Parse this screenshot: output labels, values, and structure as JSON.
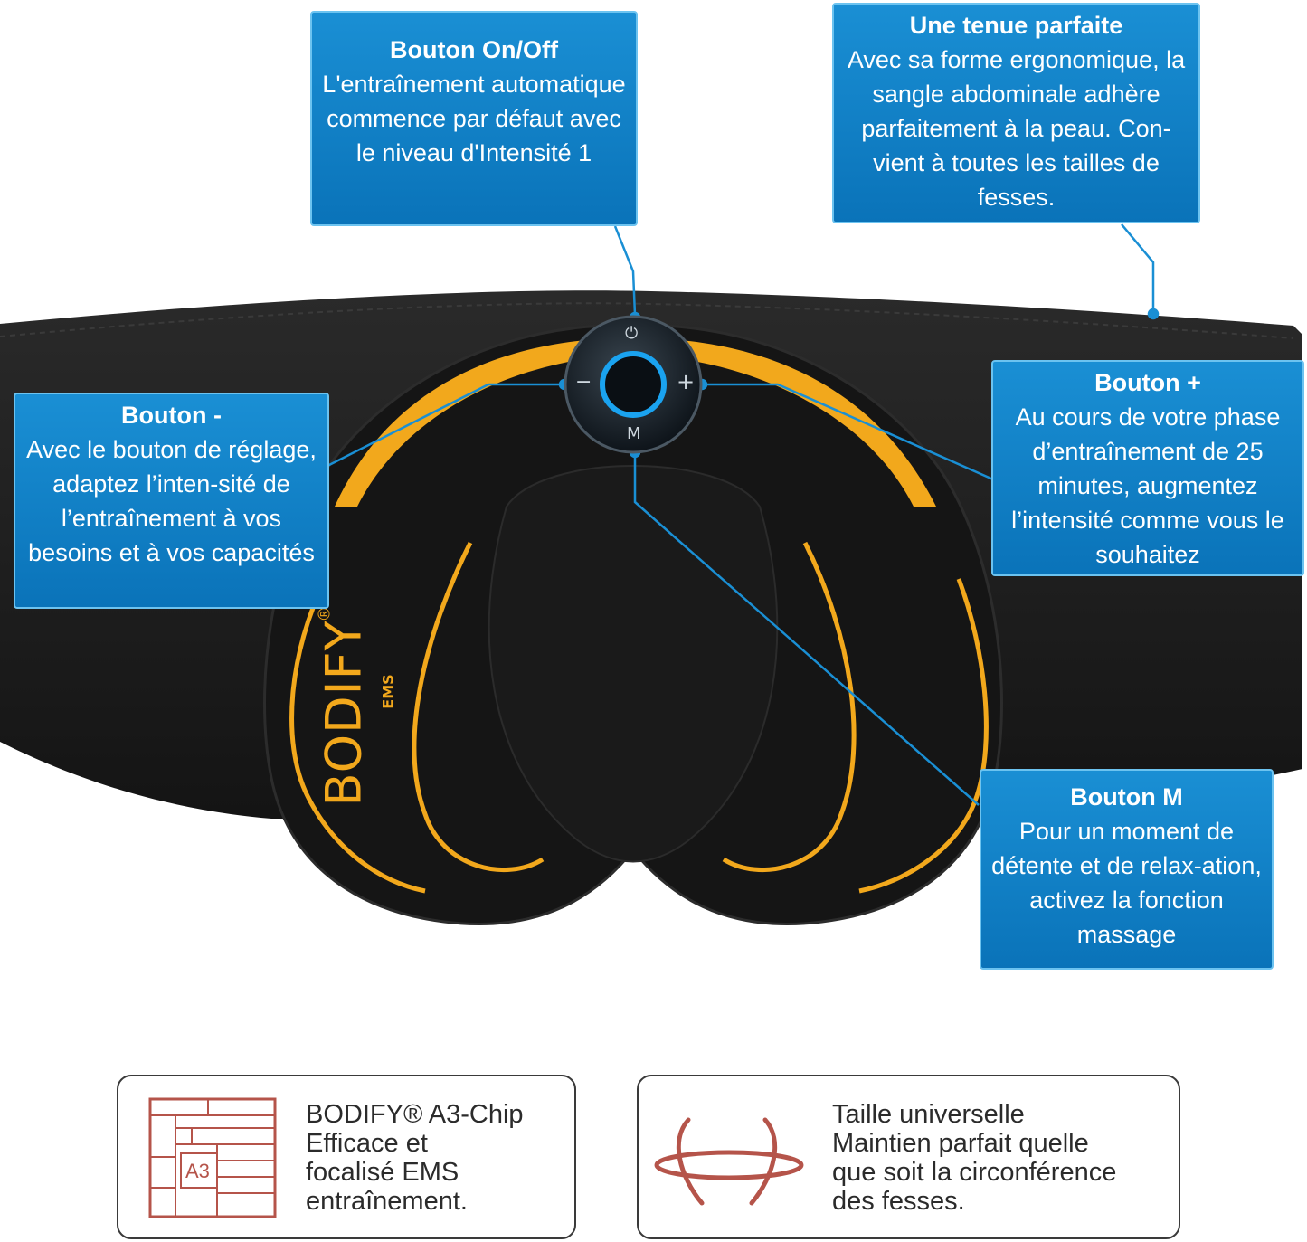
{
  "brand": {
    "logo": "BODIFY",
    "logo_mark": "®",
    "logo_sub": "EMS",
    "device_colors": {
      "belt": "#1f1f1f",
      "accent": "#f2a81c",
      "callout": "#0a73b9"
    }
  },
  "device": {
    "power_symbol": "⏻",
    "minus_symbol": "−",
    "plus_symbol": "+",
    "m_symbol": "M"
  },
  "callouts": {
    "on_off": {
      "title": "Bouton On/Off",
      "body": "L'entraînement automatique commence par défaut avec le niveau d'Intensité 1"
    },
    "fit": {
      "title": "Une tenue parfaite",
      "body": "Avec sa forme ergonomique, la sangle abdominale adhère parfaitement à la peau. Con-vient à toutes les tailles de fesses."
    },
    "minus": {
      "title": "Bouton -",
      "body": "Avec le bouton de réglage, adaptez l’inten-sité de l’entraînement à vos besoins et à vos capacités"
    },
    "plus": {
      "title": "Bouton +",
      "body": "Au cours de votre phase d’entraînement de 25 minutes, augmentez l’intensité comme vous le souhaitez"
    },
    "m": {
      "title": "Bouton M",
      "body": "Pour un moment de détente et de relax-ation, activez la fonction massage"
    }
  },
  "features": {
    "chip": {
      "icon": "chip-icon",
      "icon_label": "A3",
      "title": "BODIFY® A3-Chip",
      "body": "Efficace et\nfocalisé EMS\nentraînement."
    },
    "size": {
      "icon": "waist-size-icon",
      "title": "Taille universelle",
      "body": "Maintien parfait quelle\nque soit la circonférence\ndes fesses."
    }
  }
}
